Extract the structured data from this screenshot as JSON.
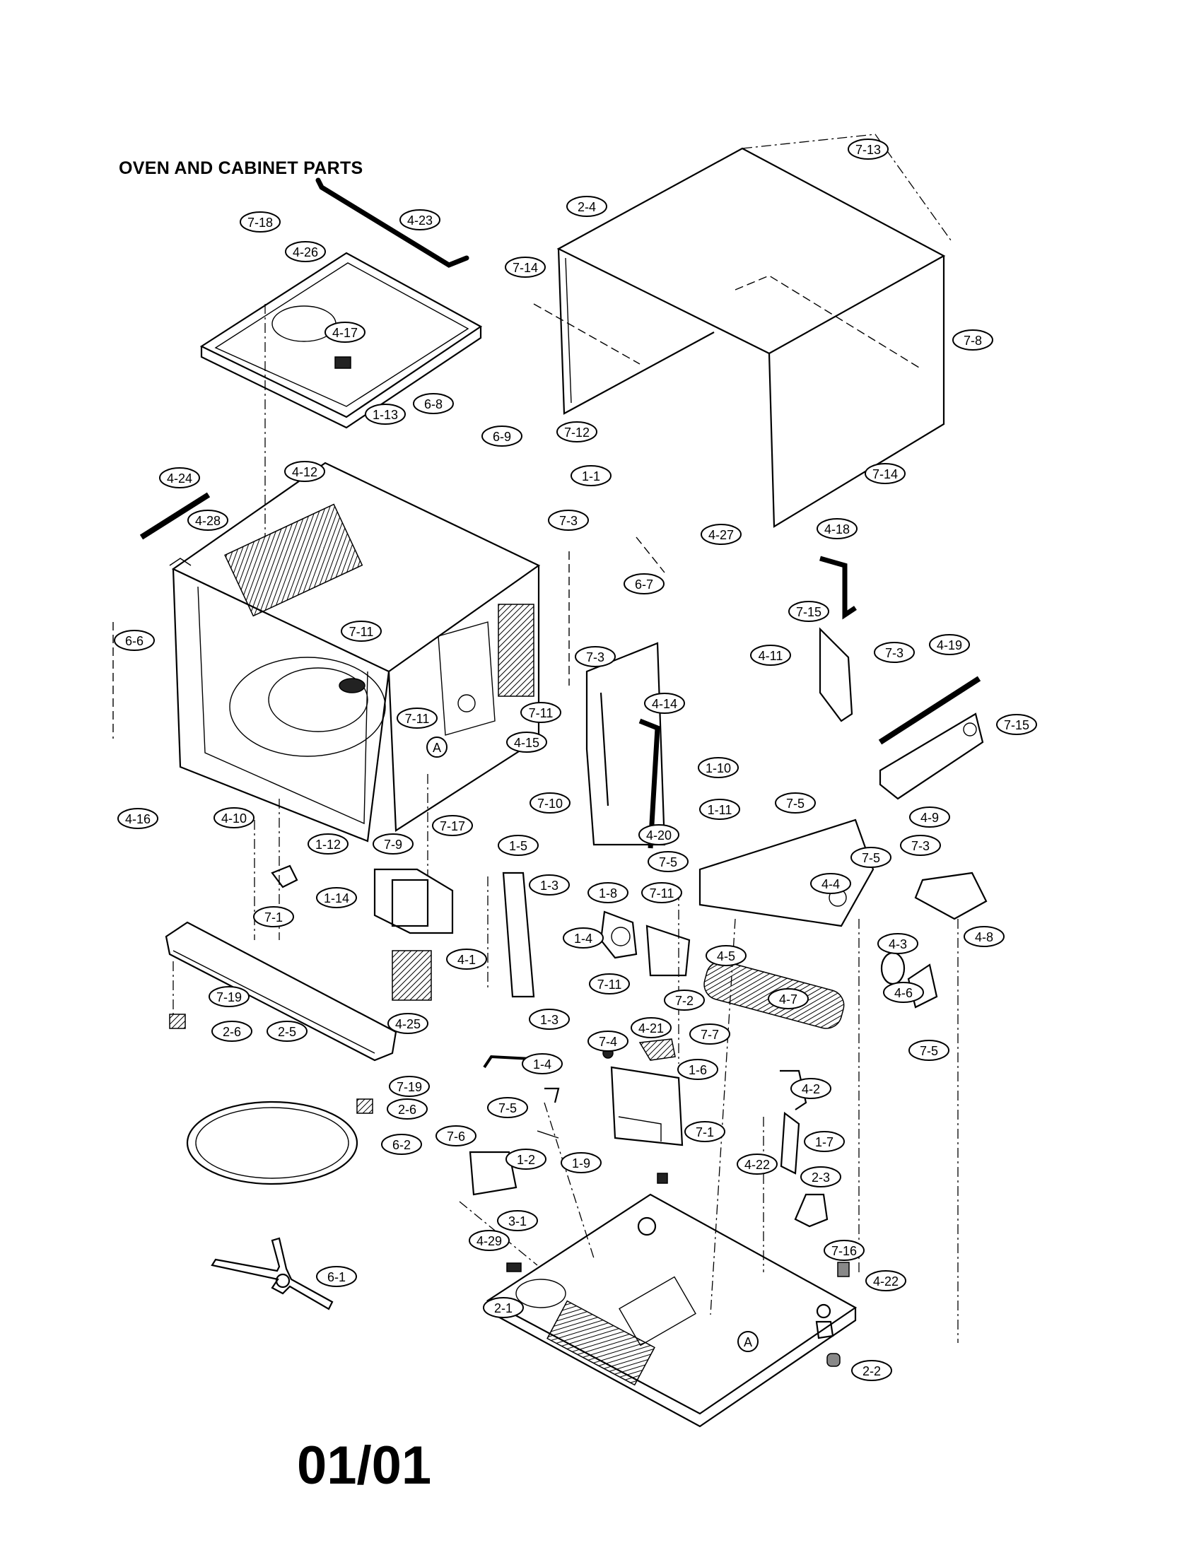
{
  "title": "OVEN AND CABINET PARTS",
  "footer": "01/01",
  "callouts": [
    {
      "label": "7-13"
    },
    {
      "label": "2-4"
    },
    {
      "label": "7-18"
    },
    {
      "label": "4-23"
    },
    {
      "label": "4-26"
    },
    {
      "label": "7-14"
    },
    {
      "label": "4-17"
    },
    {
      "label": "7-8"
    },
    {
      "label": "1-13"
    },
    {
      "label": "6-8"
    },
    {
      "label": "6-9"
    },
    {
      "label": "7-12"
    },
    {
      "label": "1-1"
    },
    {
      "label": "4-24"
    },
    {
      "label": "4-12"
    },
    {
      "label": "7-14"
    },
    {
      "label": "4-28"
    },
    {
      "label": "7-3"
    },
    {
      "label": "4-27"
    },
    {
      "label": "4-18"
    },
    {
      "label": "6-7"
    },
    {
      "label": "7-11"
    },
    {
      "label": "7-15"
    },
    {
      "label": "6-6"
    },
    {
      "label": "4-11"
    },
    {
      "label": "7-3"
    },
    {
      "label": "4-19"
    },
    {
      "label": "4-14"
    },
    {
      "label": "7-3"
    },
    {
      "label": "7-11"
    },
    {
      "label": "7-11"
    },
    {
      "label": "7-15"
    },
    {
      "label": "4-15"
    },
    {
      "label": "1-10"
    },
    {
      "label": "4-16"
    },
    {
      "label": "A"
    },
    {
      "label": "7-17"
    },
    {
      "label": "7-10"
    },
    {
      "label": "1-11"
    },
    {
      "label": "4-9"
    },
    {
      "label": "4-10"
    },
    {
      "label": "7-5"
    },
    {
      "label": "1-12"
    },
    {
      "label": "7-9"
    },
    {
      "label": "1-5"
    },
    {
      "label": "4-20"
    },
    {
      "label": "7-5"
    },
    {
      "label": "7-3"
    },
    {
      "label": "7-5"
    },
    {
      "label": "4-4"
    },
    {
      "label": "1-3"
    },
    {
      "label": "1-8"
    },
    {
      "label": "7-11"
    },
    {
      "label": "1-14"
    },
    {
      "label": "4-8"
    },
    {
      "label": "7-1"
    },
    {
      "label": "1-4"
    },
    {
      "label": "4-3"
    },
    {
      "label": "4-1"
    },
    {
      "label": "4-5"
    },
    {
      "label": "7-11"
    },
    {
      "label": "7-19"
    },
    {
      "label": "7-2"
    },
    {
      "label": "4-7"
    },
    {
      "label": "4-6"
    },
    {
      "label": "2-6"
    },
    {
      "label": "2-5"
    },
    {
      "label": "4-25"
    },
    {
      "label": "1-3"
    },
    {
      "label": "7-5"
    },
    {
      "label": "7-4"
    },
    {
      "label": "4-21"
    },
    {
      "label": "7-7"
    },
    {
      "label": "1-4"
    },
    {
      "label": "1-6"
    },
    {
      "label": "7-19"
    },
    {
      "label": "4-2"
    },
    {
      "label": "7-5"
    },
    {
      "label": "2-6"
    },
    {
      "label": "7-1"
    },
    {
      "label": "6-2"
    },
    {
      "label": "1-7"
    },
    {
      "label": "7-6"
    },
    {
      "label": "1-2"
    },
    {
      "label": "1-9"
    },
    {
      "label": "4-22"
    },
    {
      "label": "2-3"
    },
    {
      "label": "3-1"
    },
    {
      "label": "4-29"
    },
    {
      "label": "7-16"
    },
    {
      "label": "6-1"
    },
    {
      "label": "4-22"
    },
    {
      "label": "2-1"
    },
    {
      "label": "A"
    },
    {
      "label": "2-2"
    }
  ]
}
